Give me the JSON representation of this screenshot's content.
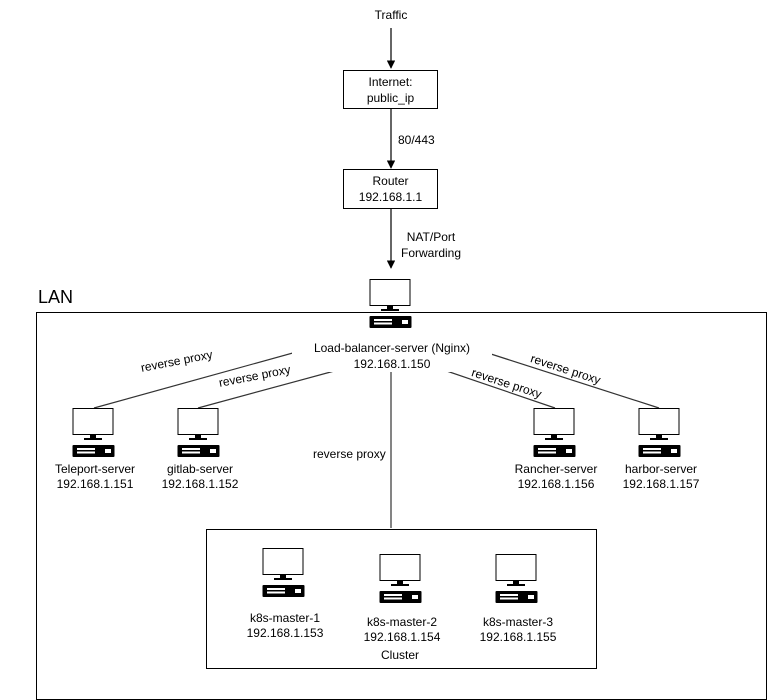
{
  "colors": {
    "stroke": "#000000",
    "background": "#ffffff",
    "monitor_screen": "#ffffff"
  },
  "traffic": "Traffic",
  "internet": {
    "line1": "Internet:",
    "line2": "public_ip"
  },
  "port_label": "80/443",
  "router": {
    "name": "Router",
    "ip": "192.168.1.1"
  },
  "nat": {
    "line1": "NAT/Port",
    "line2": "Forwarding"
  },
  "lan": "LAN",
  "load_balancer": {
    "name": "Load-balancer-server (Nginx)",
    "ip": "192.168.1.150"
  },
  "edge_label": "reverse proxy",
  "servers": [
    {
      "name": "Teleport-server",
      "ip": "192.168.1.151"
    },
    {
      "name": "gitlab-server",
      "ip": "192.168.1.152"
    },
    {
      "name": "Rancher-server",
      "ip": "192.168.1.156"
    },
    {
      "name": "harbor-server",
      "ip": "192.168.1.157"
    }
  ],
  "cluster": {
    "label": "Cluster",
    "masters": [
      {
        "name": "k8s-master-1",
        "ip": "192.168.1.153"
      },
      {
        "name": "k8s-master-2",
        "ip": "192.168.1.154"
      },
      {
        "name": "k8s-master-3",
        "ip": "192.168.1.155"
      }
    ]
  },
  "icons": {
    "computer": "desktop-computer-icon"
  }
}
